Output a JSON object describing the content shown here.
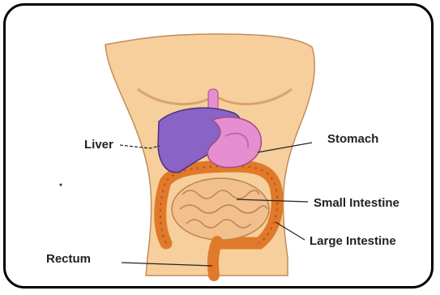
{
  "labels": {
    "liver": "Liver",
    "stomach": "Stomach",
    "small_intestine": "Small Intestine",
    "large_intestine": "Large Intestine",
    "rectum": "Rectum"
  },
  "colors": {
    "skin": "#f6cf9c",
    "skin_shade": "#d9a36c",
    "liver": "#8a63c6",
    "stomach": "#e58fd0",
    "small_intestine": "#f2c08c",
    "large_intestine": "#e07a2a",
    "frame": "#000000"
  }
}
